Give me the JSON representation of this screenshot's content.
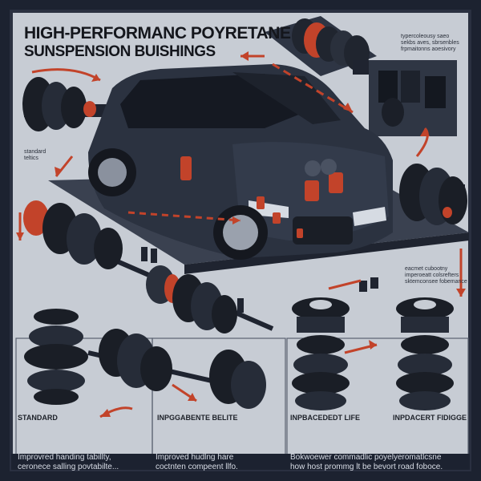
{
  "title_line1": "HIGH-PERFORMANC POYRETANE",
  "title_line2": "SUNSPENSION BUISHINGS",
  "top_right_note": [
    "typercoleousy saeo",
    "sekbs aves, sbrsenbles",
    "frpmaitonns aoesivory"
  ],
  "left_note": [
    "standard",
    "teltics"
  ],
  "right_note": [
    "eacmet cubootny",
    "imperoeatt colsrefters",
    "sktemconsee fobemance"
  ],
  "panels": [
    {
      "label": "STANDARD"
    },
    {
      "label": "INPGGABENTE BELITE"
    },
    {
      "label": "INPBACEDEDT LIFE"
    },
    {
      "label": "INPDACERT FIDIGGE"
    }
  ],
  "caption_left": [
    "Improvred handing tabillty,",
    "ceronece salling povtabilte..."
  ],
  "caption_mid": [
    "Improved hudlng hare",
    "coctnten compeent llfo."
  ],
  "caption_right": [
    "Bokwoewer commadlic poyelyeromatlcsne",
    "how host prommg lt be bevort road foboce."
  ],
  "colors": {
    "background": "#1c2230",
    "poster": "#c7ccd4",
    "car": "#2b3240",
    "accent": "#c2432a",
    "title": "#14161c"
  }
}
